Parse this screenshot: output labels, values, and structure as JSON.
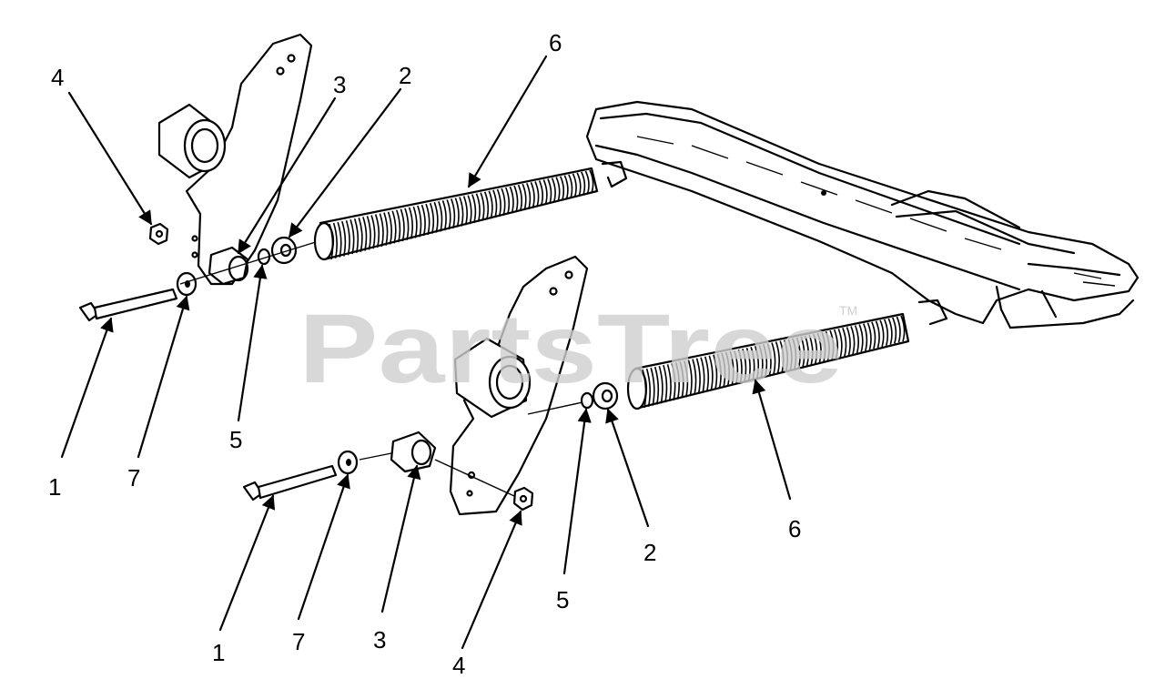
{
  "watermark": {
    "text": "PartsTree",
    "mark": "TM"
  },
  "callouts": {
    "upper": [
      "4",
      "3",
      "2",
      "6",
      "1",
      "7",
      "5"
    ],
    "lower": [
      "6",
      "2",
      "5",
      "1",
      "7",
      "3",
      "4"
    ]
  }
}
